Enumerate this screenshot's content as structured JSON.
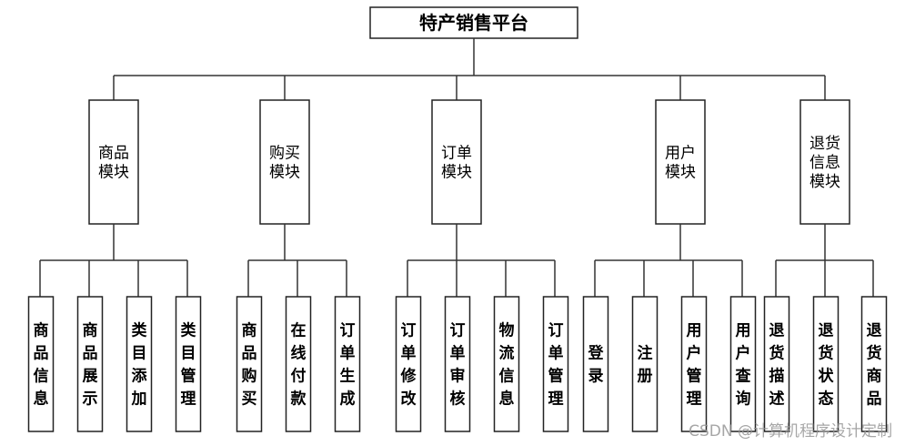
{
  "root": {
    "label": "特产销售平台"
  },
  "modules": [
    {
      "label": [
        "商品",
        "模块"
      ],
      "children": [
        "商品信息",
        "商品展示",
        "类目添加",
        "类目管理"
      ]
    },
    {
      "label": [
        "购买",
        "模块"
      ],
      "children": [
        "商品购买",
        "在线付款",
        "订单生成"
      ]
    },
    {
      "label": [
        "订单",
        "模块"
      ],
      "children": [
        "订单修改",
        "订单审核",
        "物流信息",
        "订单管理"
      ]
    },
    {
      "label": [
        "用户",
        "模块"
      ],
      "children": [
        "登录",
        "注册",
        "用户管理",
        "用户查询"
      ]
    },
    {
      "label": [
        "退货",
        "信息",
        "模块"
      ],
      "children": [
        "退货描述",
        "退货状态",
        "退货商品"
      ]
    }
  ],
  "watermark": "CSDN @计算机程序设计定制"
}
